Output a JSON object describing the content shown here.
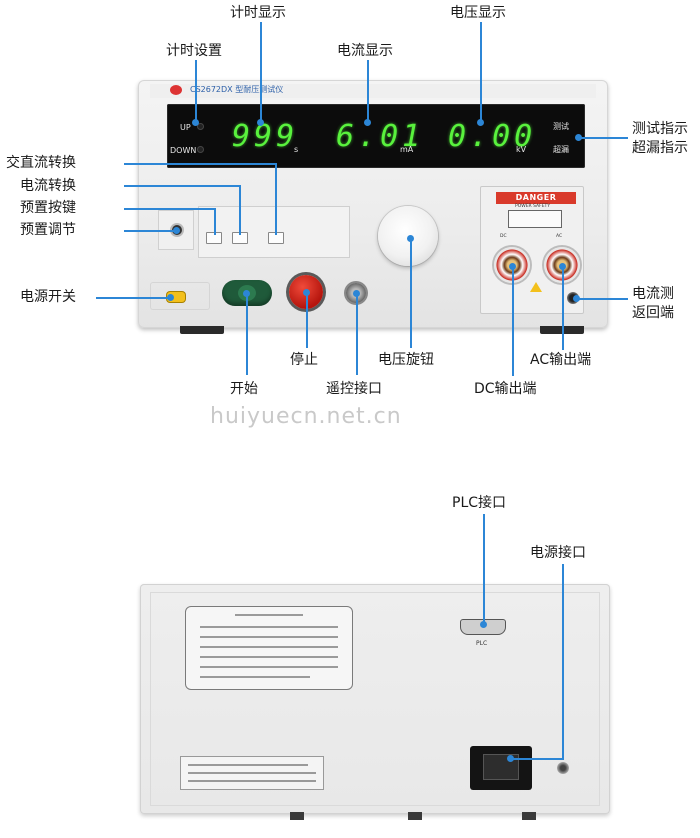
{
  "front": {
    "model_text": "CS2672DX 型耐压测试仪",
    "display": {
      "up_label": "UP",
      "down_label": "DOWN",
      "time_value": "999",
      "time_unit": "s",
      "current_value": "6.01",
      "current_unit": "mA",
      "voltage_value": "0.00",
      "voltage_unit": "kV",
      "test_label": "测试",
      "over_label": "超漏"
    },
    "hv_panel": {
      "danger": "DANGER",
      "power_safety": "POWER SAFETY",
      "dc_label": "DC",
      "ac_label": "AC"
    }
  },
  "callouts": {
    "timer_display": "计时显示",
    "voltage_display": "电压显示",
    "timer_setting": "计时设置",
    "current_display": "电流显示",
    "test_indicator": "测试指示",
    "leak_indicator": "超漏指示",
    "acdc_switch": "交直流转换",
    "current_switch": "电流转换",
    "preset_key": "预置按键",
    "preset_adjust": "预置调节",
    "power_switch": "电源开关",
    "current_return_1": "电流测",
    "current_return_2": "返回端",
    "stop": "停止",
    "voltage_knob": "电压旋钮",
    "ac_output": "AC输出端",
    "start": "开始",
    "remote_port": "遥控接口",
    "dc_output": "DC输出端",
    "plc_port": "PLC接口",
    "power_inlet": "电源接口"
  },
  "watermark": "huiyuecn.net.cn",
  "rear": {
    "plc_label": "PLC"
  },
  "colors": {
    "leader": "#2c86d6",
    "segment": "#59f23d",
    "danger": "#d93a2b",
    "stop": "#d32010",
    "start": "#1f5a3a",
    "power": "#f3c01c"
  }
}
